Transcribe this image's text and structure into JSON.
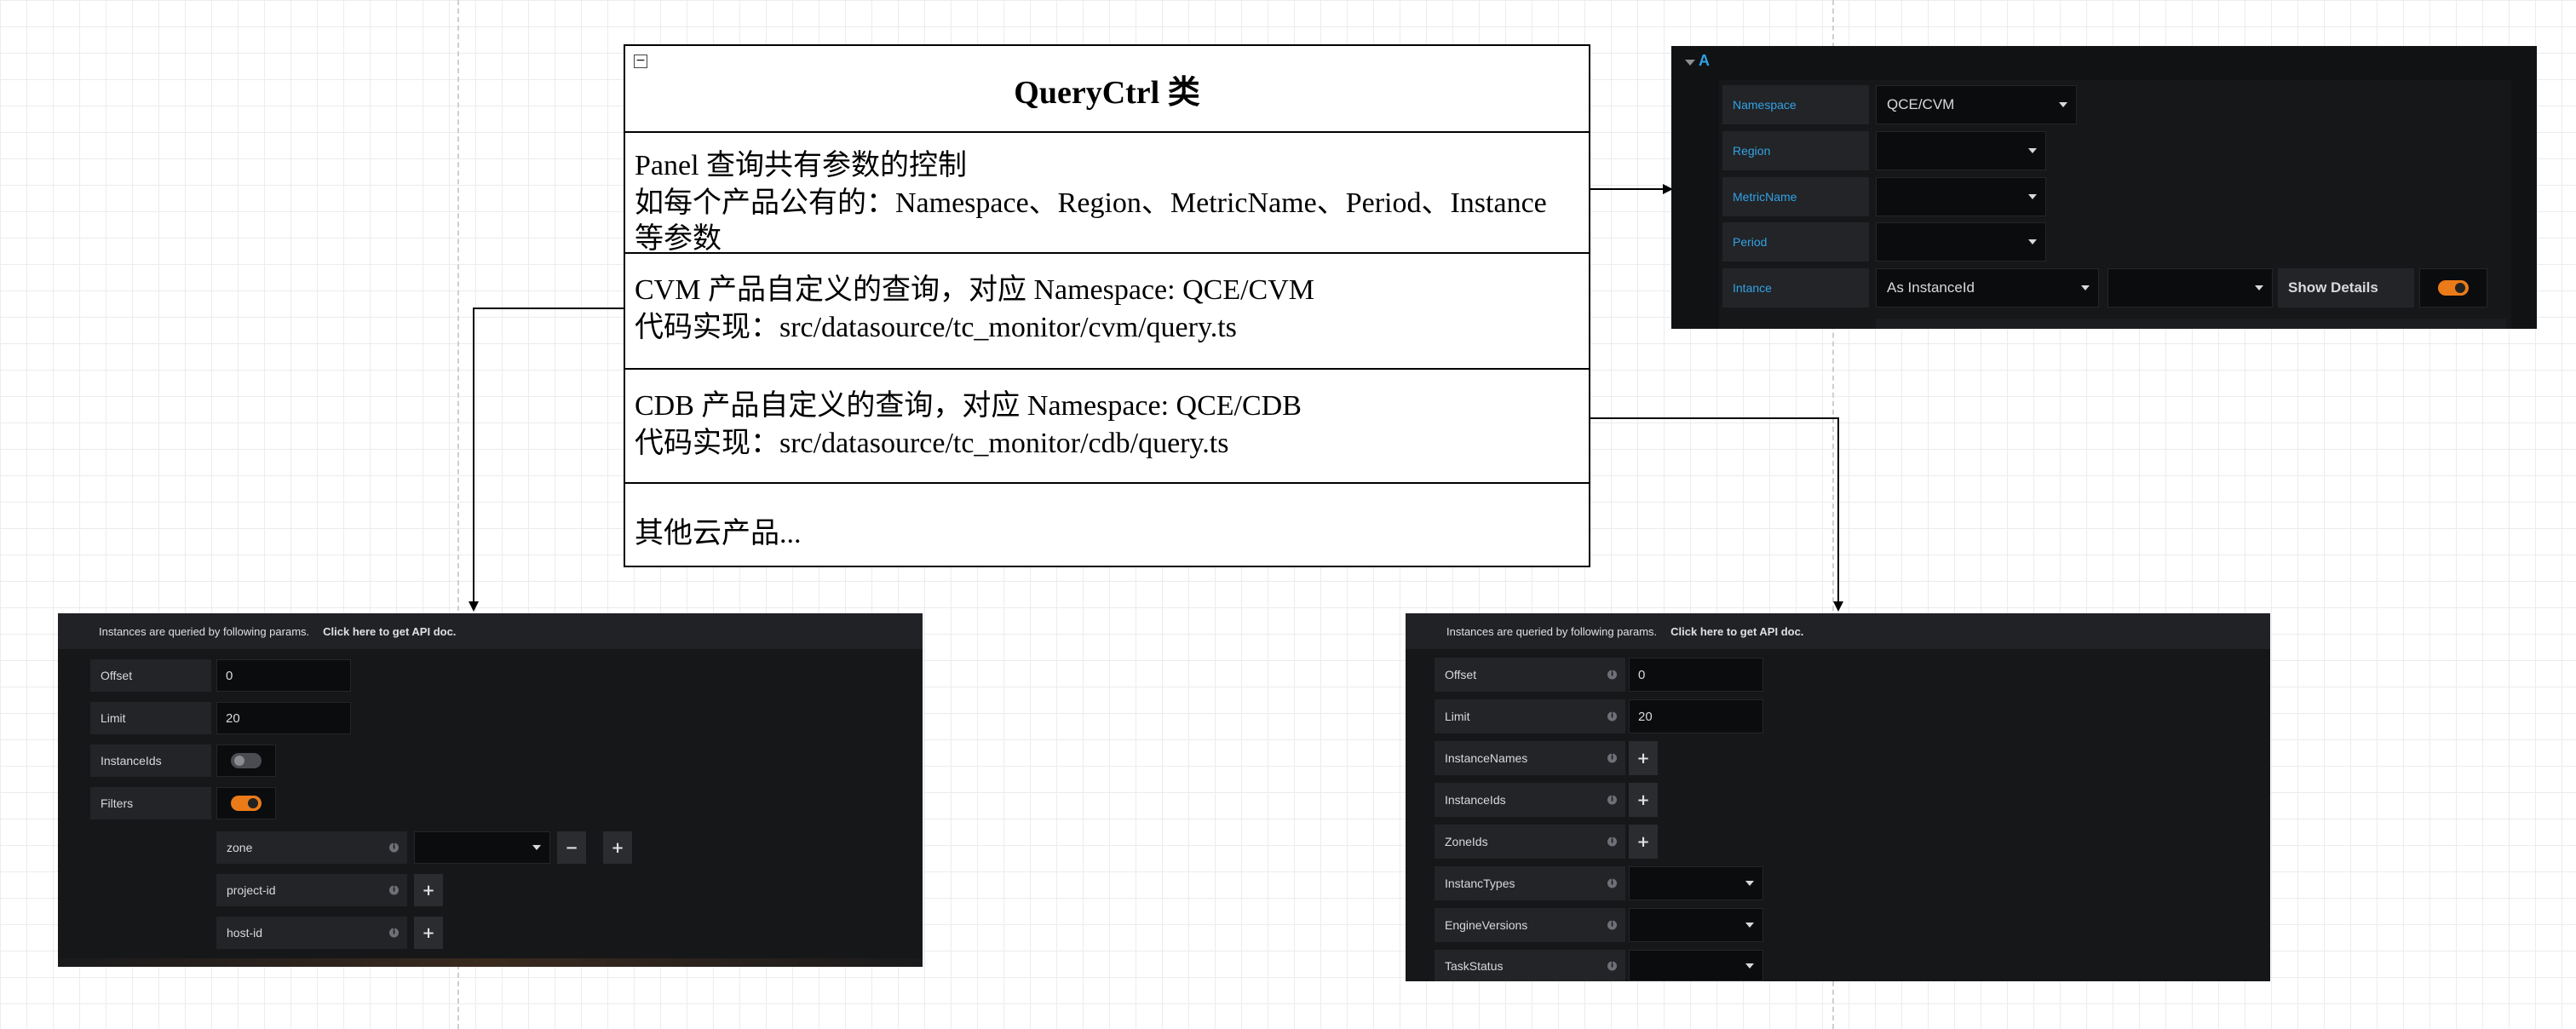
{
  "uml": {
    "title": "QueryCtrl 类",
    "sections": [
      {
        "lines": [
          "Panel 查询共有参数的控制",
          "如每个产品公有的：Namespace、Region、MetricName、Period、Instance",
          "等参数"
        ]
      },
      {
        "lines": [
          "CVM 产品自定义的查询，对应 Namespace: QCE/CVM",
          "代码实现：src/datasource/tc_monitor/cvm/query.ts"
        ]
      },
      {
        "lines": [
          "CDB 产品自定义的查询，对应 Namespace: QCE/CDB",
          "代码实现：src/datasource/tc_monitor/cdb/query.ts"
        ]
      },
      {
        "lines": [
          "其他云产品..."
        ]
      }
    ]
  },
  "query_panel": {
    "header": "A",
    "rows": [
      {
        "label": "Namespace",
        "value": "QCE/CVM"
      },
      {
        "label": "Region",
        "value": ""
      },
      {
        "label": "MetricName",
        "value": ""
      },
      {
        "label": "Period",
        "value": ""
      },
      {
        "label": "Intance",
        "value": "As InstanceId",
        "value2": "",
        "details_label": "Show Details",
        "details_on": true
      }
    ]
  },
  "cvm_panel": {
    "header_text": "Instances are queried by following params.",
    "header_link": "Click here to get API doc.",
    "rows": [
      {
        "label": "Offset",
        "value": "0"
      },
      {
        "label": "Limit",
        "value": "20"
      },
      {
        "label": "InstanceIds",
        "toggle": false
      },
      {
        "label": "Filters",
        "toggle": true
      }
    ],
    "filters": [
      {
        "label": "zone",
        "value": ""
      },
      {
        "label": "project-id"
      },
      {
        "label": "host-id"
      }
    ]
  },
  "cdb_panel": {
    "header_text": "Instances are queried by following params.",
    "header_link": "Click here to get API doc.",
    "rows": [
      {
        "label": "Offset",
        "value": "0"
      },
      {
        "label": "Limit",
        "value": "20"
      },
      {
        "label": "InstanceNames"
      },
      {
        "label": "InstanceIds"
      },
      {
        "label": "ZoneIds"
      },
      {
        "label": "InstancTypes",
        "value": ""
      },
      {
        "label": "EngineVersions",
        "value": ""
      },
      {
        "label": "TaskStatus",
        "value": ""
      }
    ]
  },
  "icons": {
    "plus": "+",
    "minus": "−",
    "info": "i",
    "collapse": "−"
  },
  "colors": {
    "accent_blue": "#33a2e5",
    "toggle_on": "#eb7b18",
    "panel_bg": "#161719"
  }
}
